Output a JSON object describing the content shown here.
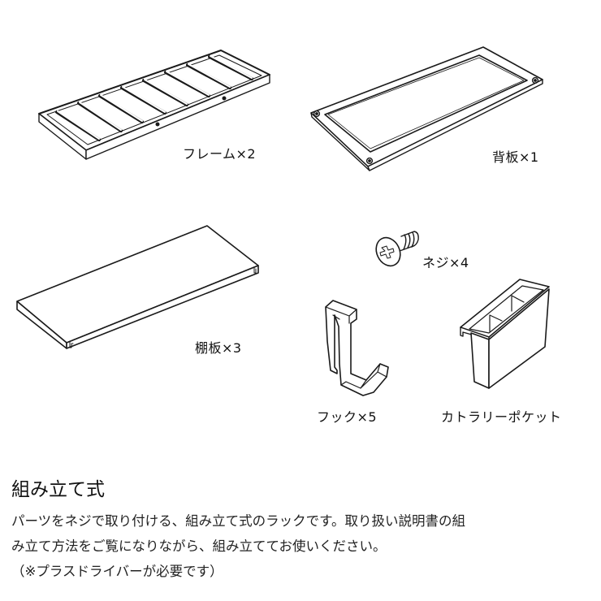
{
  "parts": [
    {
      "name": "フレーム",
      "qty": "×2",
      "label": "フレーム×2"
    },
    {
      "name": "背板",
      "qty": "×1",
      "label": "背板×1"
    },
    {
      "name": "棚板",
      "qty": "×3",
      "label": "棚板×3"
    },
    {
      "name": "ネジ",
      "qty": "×4",
      "label": "ネジ×4"
    },
    {
      "name": "フック",
      "qty": "×5",
      "label": "フック×5"
    },
    {
      "name": "カトラリーポケット",
      "qty": "",
      "label": "カトラリーポケット"
    }
  ],
  "description": {
    "heading": "組み立て式",
    "lines": [
      "パーツをネジで取り付ける、組み立て式のラックです。取り扱い説明書の組",
      "み立て方法をご覧になりながら、組み立ててお使いください。",
      "（※プラスドライバーが必要です）"
    ]
  },
  "colors": {
    "line": "#1a1a1a",
    "background": "#ffffff"
  }
}
